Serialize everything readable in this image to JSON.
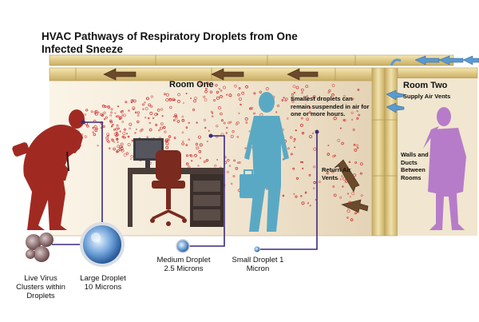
{
  "title": "HVAC Pathways of Respiratory Droplets from One Infected Sneeze",
  "rooms": {
    "room_one": "Room One",
    "room_two": "Room Two"
  },
  "notes": {
    "suspended": "Smallest droplets can remain suspended in air for one or more hours.",
    "return_vents": "Return Air Vents",
    "supply_vents": "Supply Air Vents",
    "walls_ducts": "Walls and Ducts Between Rooms"
  },
  "captions": {
    "live_virus": "Live Virus Clusters within Droplets",
    "large": "Large Droplet 10 Microns",
    "medium": "Medium Droplet 2.5 Microns",
    "small": "Small Droplet 1 Micron"
  },
  "colors": {
    "infected_person": "#a02a22",
    "room_one_person": "#5aa9c4",
    "room_two_person": "#b67cc9",
    "duct": "#e6d392",
    "droplet": "#cc2a2a",
    "leader_line": "#3c2a7a",
    "airflow_arrow": "#6a4a2a",
    "supply_arrow": "#5a9ad2"
  },
  "icons": [
    "sneezing-person",
    "desk",
    "office-chair",
    "computer-monitor",
    "standing-person-with-briefcase",
    "coughing-person",
    "droplet-cluster",
    "droplet-sphere",
    "airflow-arrow"
  ]
}
